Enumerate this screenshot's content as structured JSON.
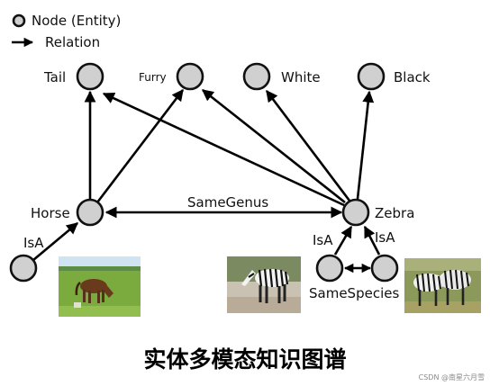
{
  "legend": {
    "node": "Node (Entity)",
    "relation": "Relation"
  },
  "nodes": {
    "tail": "Tail",
    "furry": "Furry",
    "white": "White",
    "black": "Black",
    "horse": "Horse",
    "zebra": "Zebra",
    "samespecies": "SameSpecies"
  },
  "edges": {
    "samegenus": "SameGenus",
    "isa_horse": "IsA",
    "isa_zebra_left": "IsA",
    "isa_zebra_right": "IsA"
  },
  "title": "实体多模态知识图谱",
  "watermark": "CSDN @南星六月雪",
  "colors": {
    "node_fill": "#d0d0d0",
    "edge": "#000000"
  }
}
